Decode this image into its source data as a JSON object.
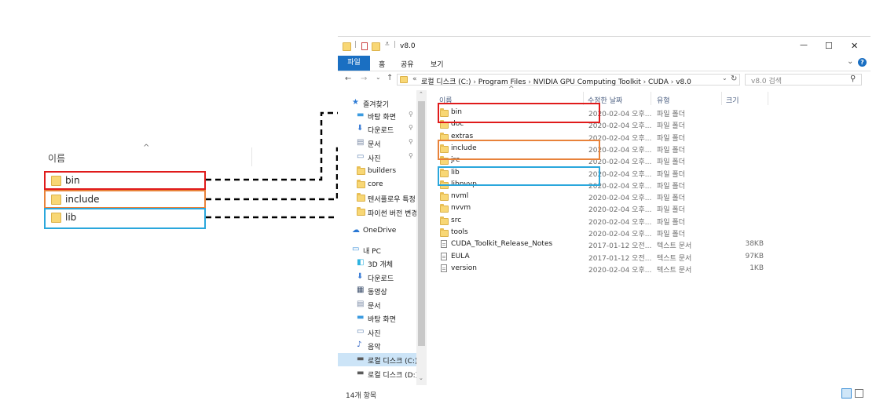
{
  "colors": {
    "red": "#e01b1b",
    "orange": "#e8823a",
    "blue": "#2aa7dc",
    "ribbon_file": "#1a6fc2"
  },
  "left_panel": {
    "header": "이름",
    "items": [
      {
        "label": "bin",
        "highlight": "red"
      },
      {
        "label": "include",
        "highlight": "orange"
      },
      {
        "label": "lib",
        "highlight": "blue"
      }
    ]
  },
  "titlebar": {
    "title": "v8.0",
    "minimize": "—",
    "maximize": "☐",
    "close": "✕"
  },
  "ribbon": {
    "tabs": [
      "파일",
      "홈",
      "공유",
      "보기"
    ],
    "expand": "⌄",
    "help": "?"
  },
  "address": {
    "back": "←",
    "forward": "→",
    "recent": "⌄",
    "up": "↑",
    "prefix": "«",
    "crumbs": [
      "로컬 디스크 (C:)",
      "Program Files",
      "NVIDIA GPU Computing Toolkit",
      "CUDA",
      "v8.0"
    ],
    "dropdown": "⌄",
    "refresh": "↻",
    "search_placeholder": "v8.0 검색"
  },
  "nav": {
    "quick_access": "즐겨찾기",
    "quick_items": [
      "바탕 화면",
      "다운로드",
      "문서",
      "사진",
      "builders",
      "core",
      "텐서플로우 특정",
      "파이썬 버전 변경"
    ],
    "onedrive": "OneDrive",
    "this_pc": "내 PC",
    "pc_items": [
      "3D 개체",
      "다운로드",
      "동영상",
      "문서",
      "바탕 화면",
      "사진",
      "음악",
      "로컬 디스크 (C:)",
      "로컬 디스크 (D:)"
    ]
  },
  "columns": {
    "name": "이름",
    "date": "수정한 날짜",
    "type": "유형",
    "size": "크기"
  },
  "files": [
    {
      "name": "bin",
      "date": "2020-02-04 오후...",
      "type": "파일 폴더",
      "size": "",
      "kind": "folder"
    },
    {
      "name": "doc",
      "date": "2020-02-04 오후...",
      "type": "파일 폴더",
      "size": "",
      "kind": "folder"
    },
    {
      "name": "extras",
      "date": "2020-02-04 오후...",
      "type": "파일 폴더",
      "size": "",
      "kind": "folder"
    },
    {
      "name": "include",
      "date": "2020-02-04 오후...",
      "type": "파일 폴더",
      "size": "",
      "kind": "folder"
    },
    {
      "name": "jre",
      "date": "2020-02-04 오후...",
      "type": "파일 폴더",
      "size": "",
      "kind": "folder"
    },
    {
      "name": "lib",
      "date": "2020-02-04 오후...",
      "type": "파일 폴더",
      "size": "",
      "kind": "folder"
    },
    {
      "name": "libnvvp",
      "date": "2020-02-04 오후...",
      "type": "파일 폴더",
      "size": "",
      "kind": "folder"
    },
    {
      "name": "nvml",
      "date": "2020-02-04 오후...",
      "type": "파일 폴더",
      "size": "",
      "kind": "folder"
    },
    {
      "name": "nvvm",
      "date": "2020-02-04 오후...",
      "type": "파일 폴더",
      "size": "",
      "kind": "folder"
    },
    {
      "name": "src",
      "date": "2020-02-04 오후...",
      "type": "파일 폴더",
      "size": "",
      "kind": "folder"
    },
    {
      "name": "tools",
      "date": "2020-02-04 오후...",
      "type": "파일 폴더",
      "size": "",
      "kind": "folder"
    },
    {
      "name": "CUDA_Toolkit_Release_Notes",
      "date": "2017-01-12 오전...",
      "type": "텍스트 문서",
      "size": "38KB",
      "kind": "file"
    },
    {
      "name": "EULA",
      "date": "2017-01-12 오전...",
      "type": "텍스트 문서",
      "size": "97KB",
      "kind": "file"
    },
    {
      "name": "version",
      "date": "2020-02-04 오후...",
      "type": "텍스트 문서",
      "size": "1KB",
      "kind": "file"
    }
  ],
  "status": {
    "count": "14개 항목"
  }
}
